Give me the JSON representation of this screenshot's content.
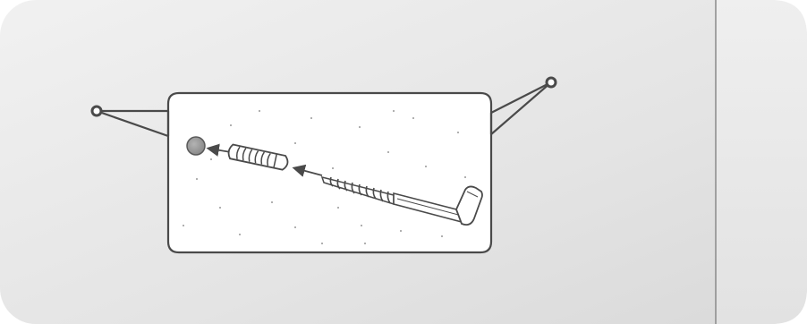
{
  "illustration": {
    "subject": "wall-anchor-installation",
    "steps": [
      "drill-hole",
      "wall-plug",
      "hook-screw"
    ],
    "colors": {
      "wall": "#e6e6e6",
      "side_panel": "#ececec",
      "outline": "#4a4a4a",
      "hole": "#999999"
    }
  }
}
